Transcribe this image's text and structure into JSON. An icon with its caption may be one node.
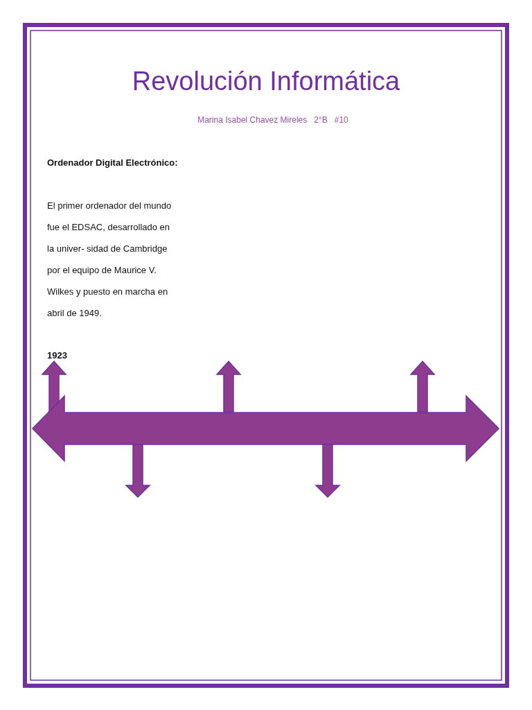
{
  "diagram": {
    "title": "Revolución Informática",
    "labels": [
      "Marina Isabel Chavez Mireles   2°B   #10",
      "Ordenador Digital Electrónico:",
      "El primer ordenador del mundo fue el EDSAC, desarrollado en la univer- sidad de Cambridge por el equipo de Maurice V. Wilkes y puesto en marcha en abril de 1949.",
      "1923"
    ]
  }
}
